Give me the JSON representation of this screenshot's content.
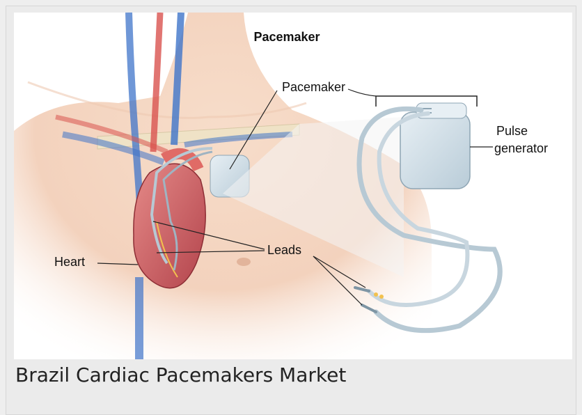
{
  "figure": {
    "title": "Pacemaker",
    "labels": {
      "pacemaker": "Pacemaker",
      "pulse_line1": "Pulse",
      "pulse_line2": "generator",
      "leads": "Leads",
      "heart": "Heart"
    },
    "colors": {
      "skin": "#f6d9c7",
      "artery": "#d9534f",
      "vein": "#3f74c9",
      "device": "#cfdde6",
      "lead": "#b7c9d4"
    }
  },
  "caption": "Brazil Cardiac Pacemakers Market"
}
